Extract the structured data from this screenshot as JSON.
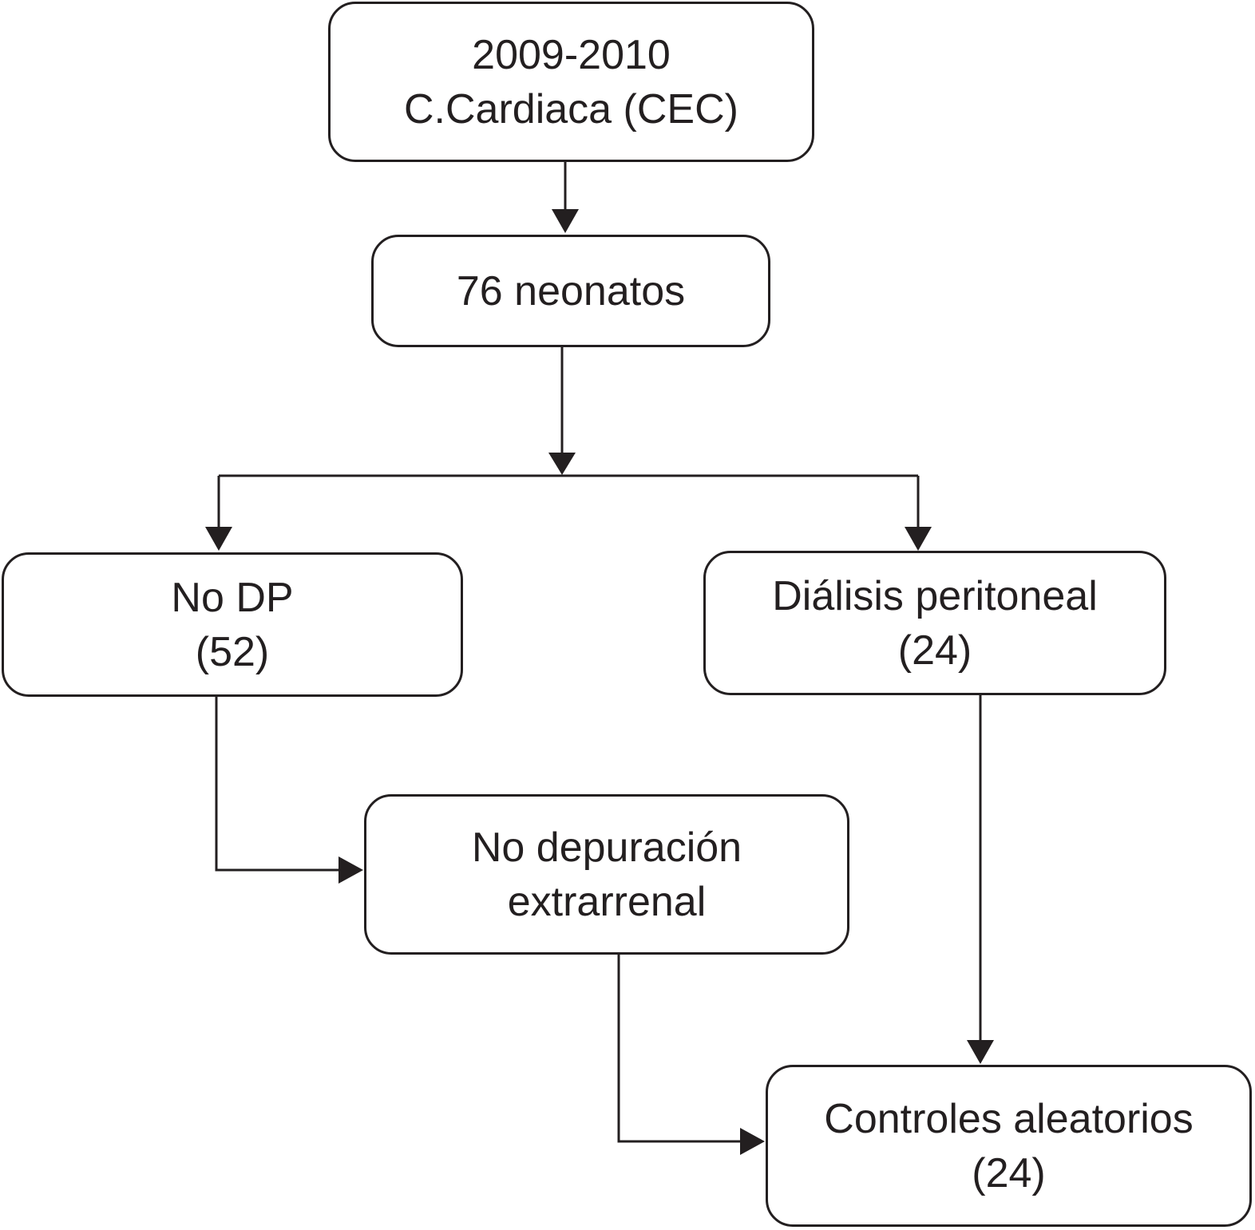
{
  "diagram": {
    "nodes": {
      "source": {
        "line1": "2009-2010",
        "line2": "C.Cardiaca (CEC)"
      },
      "total": {
        "line1": "76 neonatos"
      },
      "no_dp": {
        "line1": "No DP",
        "line2": "(52)"
      },
      "dp": {
        "line1": "Diálisis peritoneal",
        "line2": "(24)"
      },
      "no_depuration": {
        "line1": "No depuración",
        "line2": "extrarrenal"
      },
      "controls": {
        "line1": "Controles aleatorios",
        "line2": "(24)"
      }
    },
    "colors": {
      "stroke": "#231f20",
      "background": "#ffffff"
    }
  }
}
